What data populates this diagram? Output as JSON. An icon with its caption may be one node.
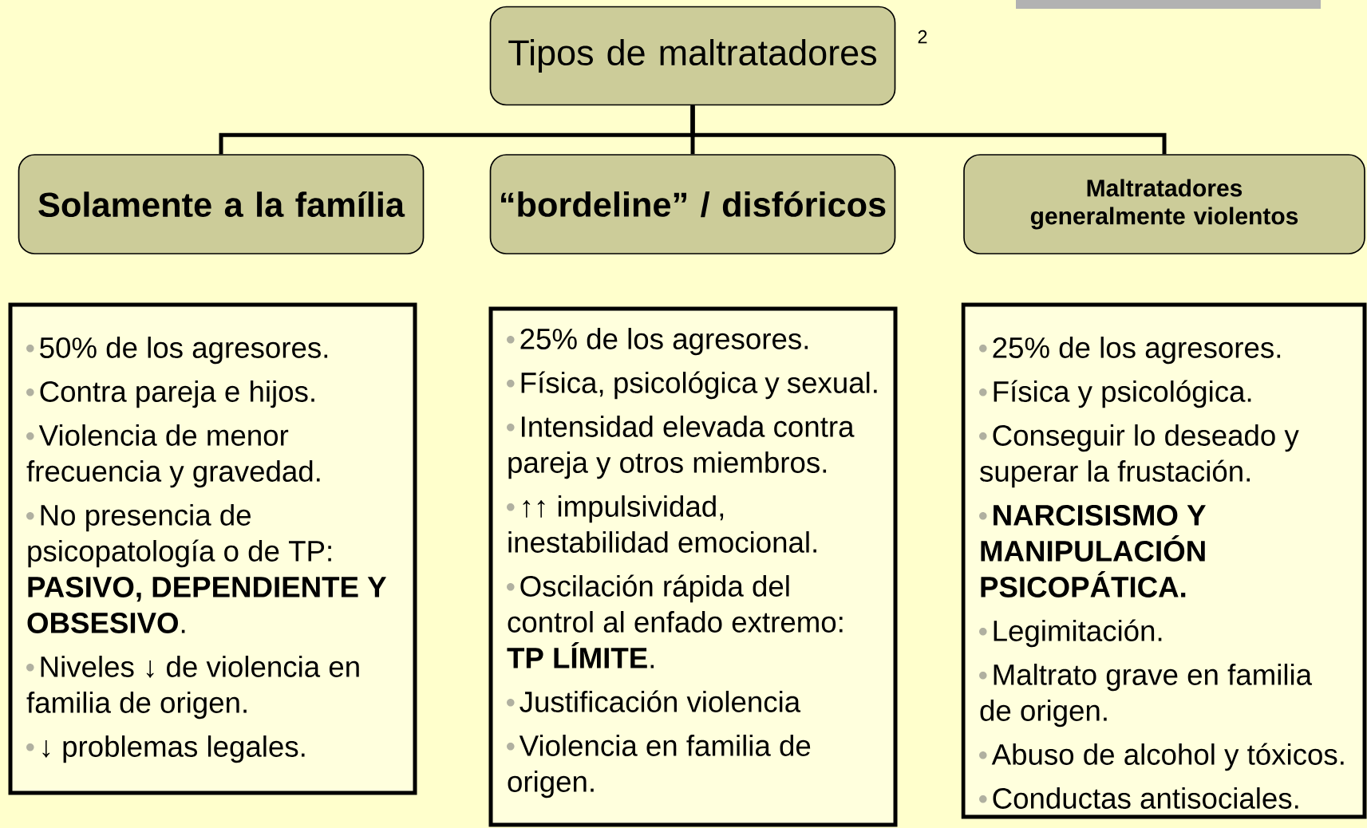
{
  "diagram": {
    "nodes": [
      {
        "text": [
          "Tipos de maltratadores"
        ]
      },
      {
        "text": [
          "Solamente a la família"
        ]
      },
      {
        "text": [
          "“bordeline” / disfóricos"
        ]
      },
      {
        "text": [
          "Maltratadores generalmente violentos"
        ]
      },
      {
        "text": [
          "50% de los agresores.",
          "Contra pareja e hijos.",
          "Violencia de menor frecuencia y gravedad.",
          "No presencia de psicopatología o de TP: **PASIVO, DEPENDIENTE Y OBSESIVO**.",
          "Niveles ↓ de violencia en familia de origen.",
          "↓ problemas legales."
        ]
      },
      {
        "text": [
          "25% de los agresores.",
          "Física, psicológica y sexual.",
          "Intensidad elevada contra pareja y otros miembros.",
          "↑↑ impulsividad, inestabilidad emocional.",
          "Oscilación rápida del control al enfado extremo: **TP LÍMITE**.",
          "Justificación violencia",
          "Violencia en familia de origen."
        ]
      },
      {
        "text": [
          "25% de los agresores.",
          "Física y psicológica.",
          "Conseguir lo deseado y superar la frustación.",
          "NARCISISMO Y MANIPULACIÓN PSICOPÁTICA.",
          "Legimitación.",
          "Maltrato grave en familia de origen.",
          "Abuso de alcohol y tóxicos.",
          "Conductas antisociales."
        ]
      }
    ],
    "edges": [
      {
        "from": 0,
        "to": 1,
        "arrow": "none"
      },
      {
        "from": 0,
        "to": 2,
        "arrow": "none"
      },
      {
        "from": 0,
        "to": 3,
        "arrow": "none"
      }
    ],
    "labels": [
      "2"
    ]
  }
}
